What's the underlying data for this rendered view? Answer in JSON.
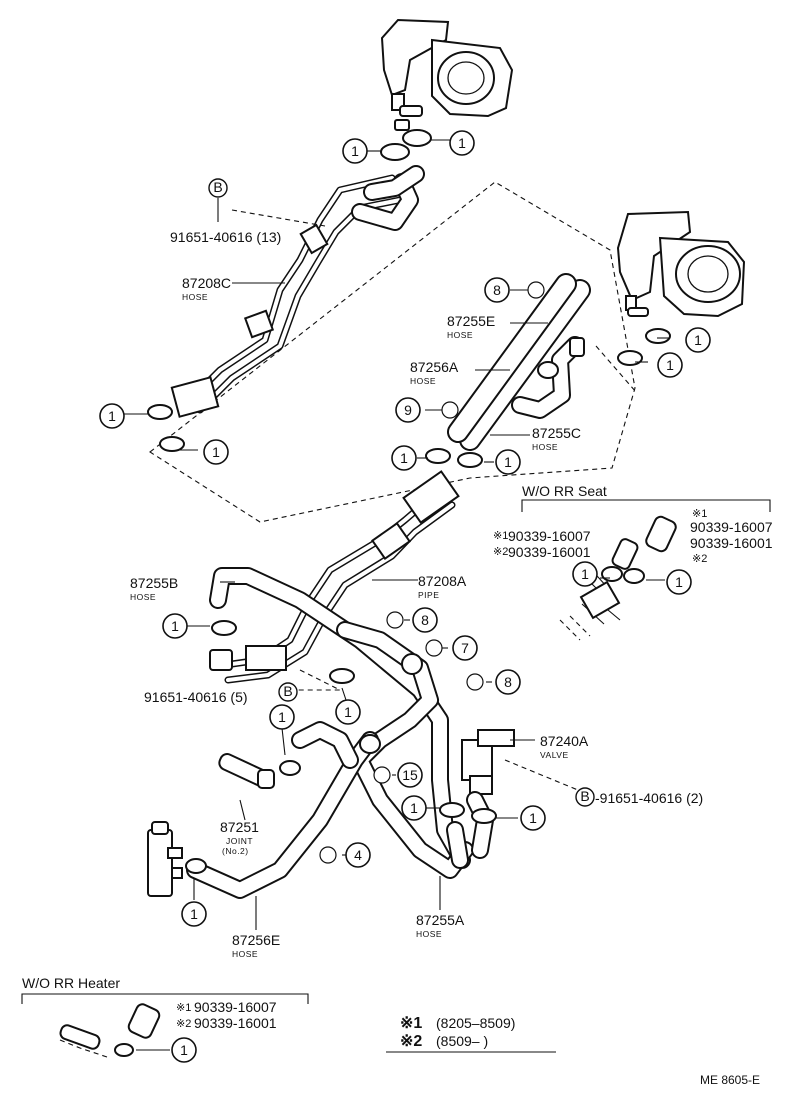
{
  "labels": {
    "pn_91651_13": "91651-40616 (13)",
    "pn_87208C": "87208C",
    "pn_87255E": "87255E",
    "pn_87256A": "87256A",
    "pn_87255C": "87255C",
    "pn_87255B": "87255B",
    "pn_87208A": "87208A",
    "pn_91651_5": "91651-40616 (5)",
    "pn_87240A": "87240A",
    "pn_91651_2": "-91651-40616 (2)",
    "pn_87251": "87251",
    "pn_87256E": "87256E",
    "pn_87255A": "87255A",
    "sub_hose": "HOSE",
    "sub_pipe": "PIPE",
    "sub_valve": "VALVE",
    "sub_joint": "JOINT",
    "sub_no2": "(No.2)"
  },
  "callouts": {
    "one": "1",
    "four": "4",
    "seven": "7",
    "eight": "8",
    "nine": "9",
    "fifteen": "15",
    "b": "B"
  },
  "wo_rr_seat": {
    "title": "W/O RR Seat",
    "m1": "※1",
    "m2": "※2",
    "p1": "90339-16007",
    "p2": "90339-16001",
    "p1_left": "90339-16007",
    "p2_left": "90339-16001"
  },
  "wo_rr_heater": {
    "title": "W/O RR Heater",
    "p1": "90339-16007",
    "p2": "90339-16001"
  },
  "legend": {
    "mark1": "※1",
    "mark2": "※2",
    "range1": "(8205–8509)",
    "range2": "(8509–        )"
  },
  "footer": {
    "code": "ME 8605-E"
  }
}
